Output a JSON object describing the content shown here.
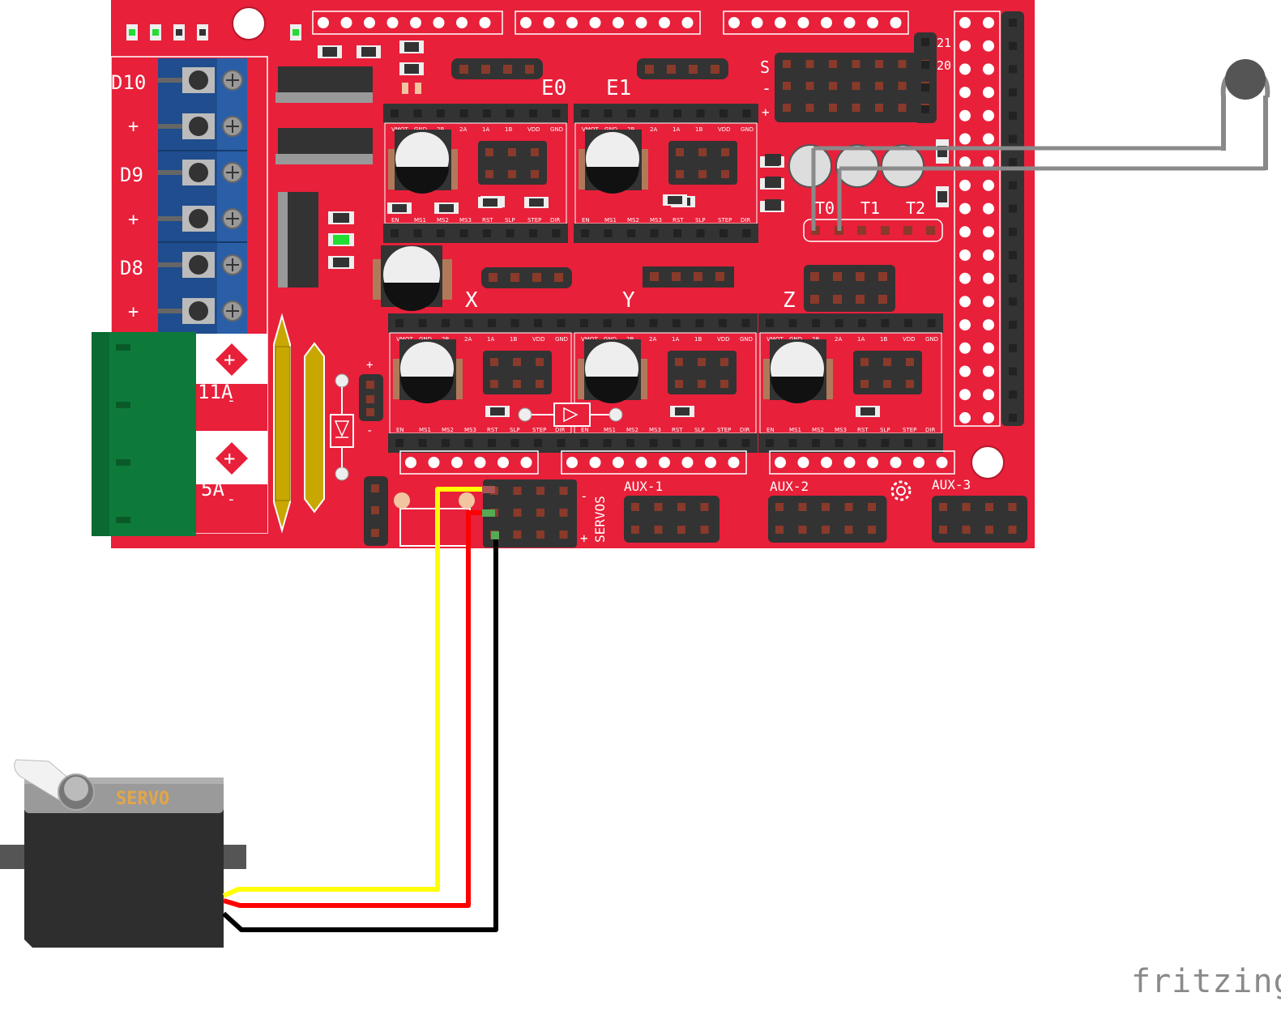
{
  "board": {
    "terminal_labels": [
      "D10",
      "+",
      "D9",
      "+",
      "D8",
      "+"
    ],
    "power_labels": [
      "11A",
      "5A"
    ],
    "extruder_labels": [
      "E0",
      "E1"
    ],
    "axis_labels": [
      "X",
      "Y",
      "Z"
    ],
    "thermistor_labels": [
      "T0",
      "T1",
      "T2"
    ],
    "endstop_side_labels": [
      "S",
      "-",
      "+"
    ],
    "endstop_pin_labels": [
      "21",
      "20"
    ],
    "servos_label": "SERVOS",
    "servo_pin_marks": [
      "-",
      "+"
    ],
    "aux_labels": [
      "AUX-1",
      "AUX-2",
      "AUX-3"
    ],
    "driver_pin_top": [
      "VMOT",
      "GND",
      "2B",
      "2A",
      "1A",
      "1B",
      "VDD",
      "GND"
    ],
    "driver_pin_bottom": [
      "EN",
      "MS1",
      "MS2",
      "MS3",
      "RST",
      "SLP",
      "STEP",
      "DIR"
    ],
    "colors": {
      "board": "#e8203a",
      "terminal": "#1f4d8e",
      "power_connector": "#0d7a3a",
      "fuse": "#c8a800"
    }
  },
  "servo": {
    "label": "SERVO"
  },
  "wires": [
    {
      "name": "signal",
      "color": "#ffff00"
    },
    {
      "name": "power",
      "color": "#ff0000"
    },
    {
      "name": "ground",
      "color": "#000000"
    }
  ],
  "watermark": "fritzing"
}
